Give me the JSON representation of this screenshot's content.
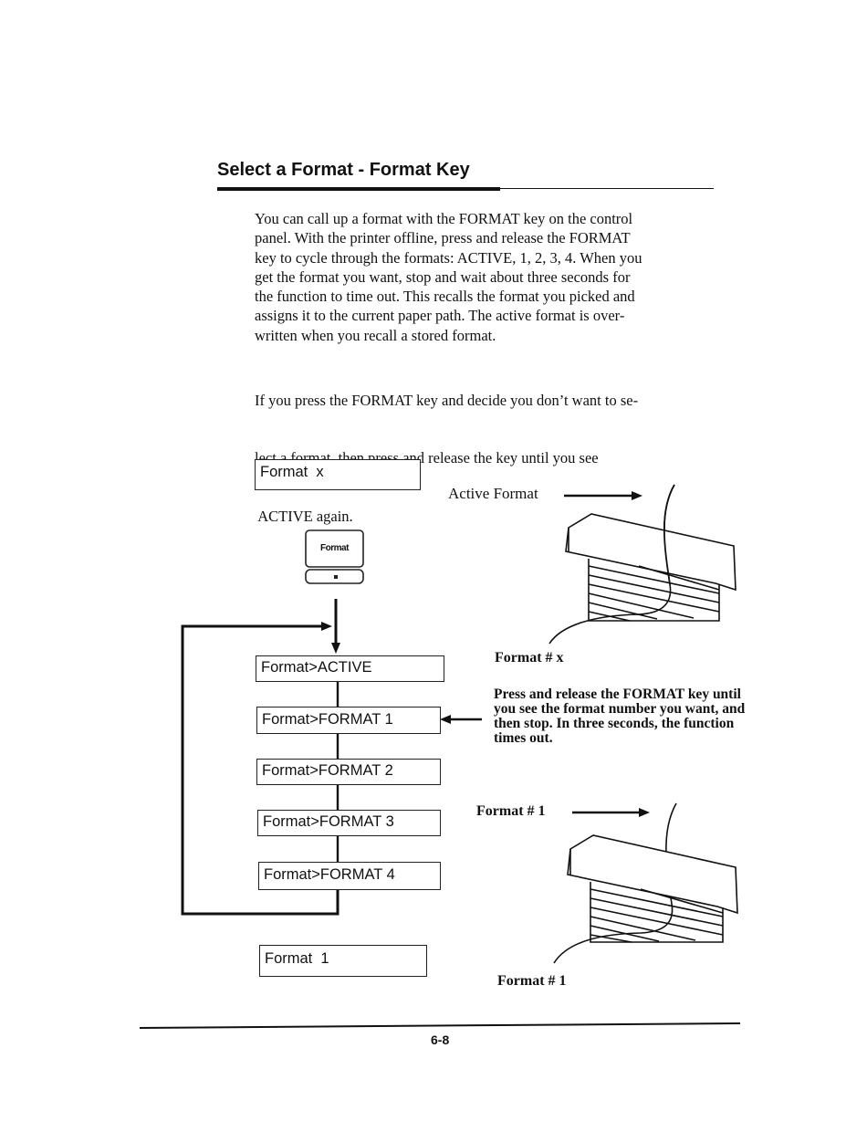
{
  "heading": "Select a Format - Format Key",
  "paragraphs": {
    "p1": [
      "You can call up a format with the FORMAT key on the control",
      "panel. With the printer offline, press and release the FORMAT",
      "key to cycle through the formats: ACTIVE, 1, 2, 3, 4. When you",
      "get the format you want, stop and wait about three seconds for",
      "the function to time out. This recalls the format you picked and",
      "assigns it to the current paper path. The active format is over-",
      "written when you recall a stored format."
    ],
    "p2": [
      "If you press the FORMAT key and decide you don’t want to se-",
      "lect a format, then press and release the key until you see",
      " ACTIVE again."
    ]
  },
  "diagram": {
    "display_top": "Format  x",
    "format_key_label": "Format",
    "menu_items": [
      "Format>ACTIVE",
      "Format>FORMAT 1",
      "Format>FORMAT 2",
      "Format>FORMAT 3",
      "Format>FORMAT 4"
    ],
    "display_bottom": "Format  1",
    "label_active_format": "Active Format",
    "label_format_x": "Format # x",
    "instruction": [
      "Press and release the FORMAT key until",
      "you see the format number you want, and",
      "then stop. In three seconds, the function",
      "times out."
    ],
    "label_format_1_arrow": "Format # 1",
    "label_format_1_bottom": "Format # 1"
  },
  "footer": {
    "page_number": "6-8"
  }
}
